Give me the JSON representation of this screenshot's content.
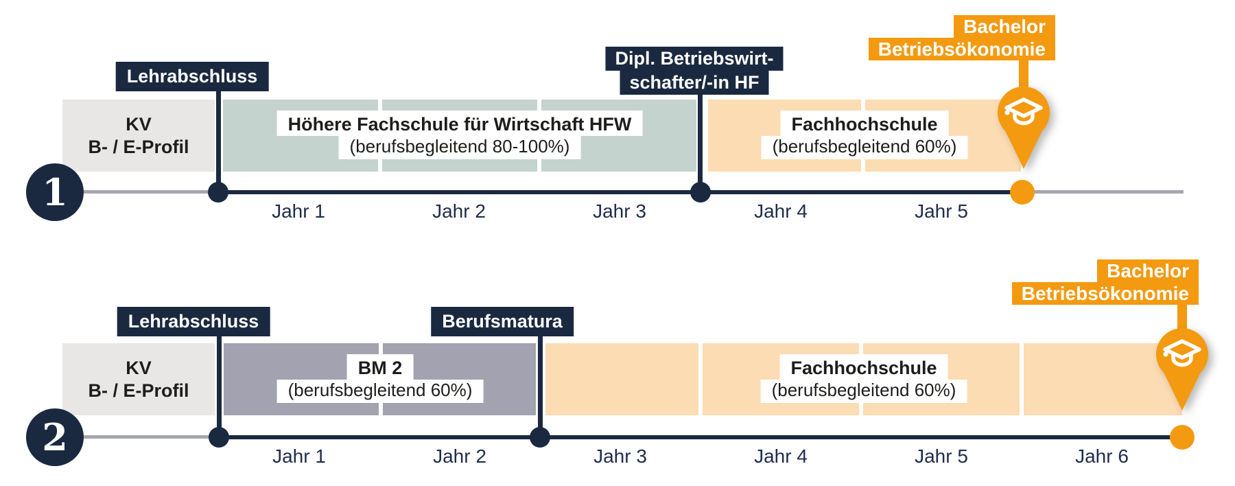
{
  "colors": {
    "navy": "#1a2940",
    "orange": "#f39a11",
    "sage_block": "#c5d3cf",
    "mauve_block": "#a3a2b1",
    "peach_block": "#fcdcb3",
    "kv_gray_block": "#e9e7e5",
    "timeline_gray": "#a6a6b0"
  },
  "path1": {
    "number": "1",
    "kv_line1": "KV",
    "kv_line2": "B- / E-Profil",
    "badge_lehrabschluss": "Lehrabschluss",
    "hfw_title": "Höhere Fachschule für Wirtschaft HFW",
    "hfw_subtitle": "(berufsbegleitend 80-100%)",
    "badge_dipl_line1": "Dipl. Betriebswirt-",
    "badge_dipl_line2": "schafter/-in HF",
    "fh_title": "Fachhochschule",
    "fh_subtitle": "(berufsbegleitend 60%)",
    "badge_bachelor_line1": "Bachelor",
    "badge_bachelor_line2": "Betriebsökonomie",
    "years": [
      "Jahr 1",
      "Jahr 2",
      "Jahr 3",
      "Jahr 4",
      "Jahr 5"
    ]
  },
  "path2": {
    "number": "2",
    "kv_line1": "KV",
    "kv_line2": "B- / E-Profil",
    "badge_lehrabschluss": "Lehrabschluss",
    "bm2_title": "BM 2",
    "bm2_subtitle": "(berufsbegleitend 60%)",
    "badge_berufsmatura": "Berufsmatura",
    "fh_title": "Fachhochschule",
    "fh_subtitle": "(berufsbegleitend 60%)",
    "badge_bachelor_line1": "Bachelor",
    "badge_bachelor_line2": "Betriebsökonomie",
    "years": [
      "Jahr 1",
      "Jahr 2",
      "Jahr 3",
      "Jahr 4",
      "Jahr 5",
      "Jahr 6"
    ]
  }
}
